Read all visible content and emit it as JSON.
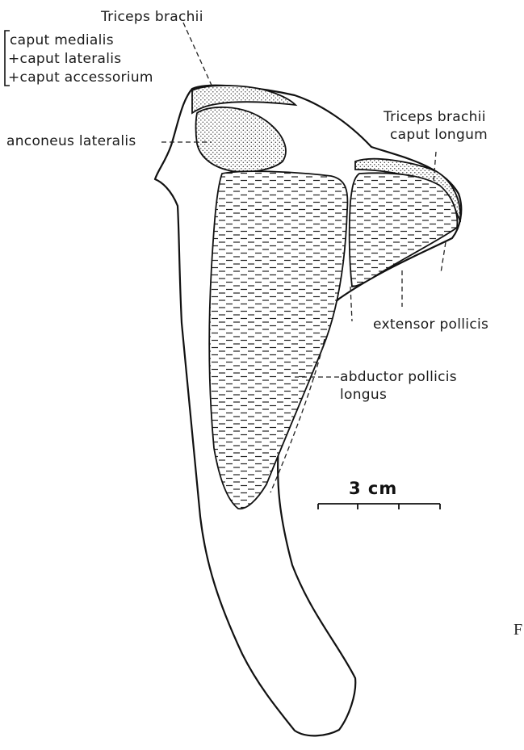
{
  "labels": {
    "triceps_top": "Triceps brachii",
    "caput_medialis": "caput medialis",
    "caput_lateralis": "+caput lateralis",
    "caput_accessorium": "+caput accessorium",
    "anconeus": "anconeus lateralis",
    "triceps_long_1": "Triceps brachii",
    "triceps_long_2": "caput longum",
    "extensor": "extensor pollicis",
    "abductor_1": "abductor pollicis",
    "abductor_2": "longus"
  },
  "scale_bar": {
    "label": "3 cm"
  },
  "edge_mark": "F",
  "colors": {
    "ink": "#111111",
    "background": "#ffffff"
  }
}
